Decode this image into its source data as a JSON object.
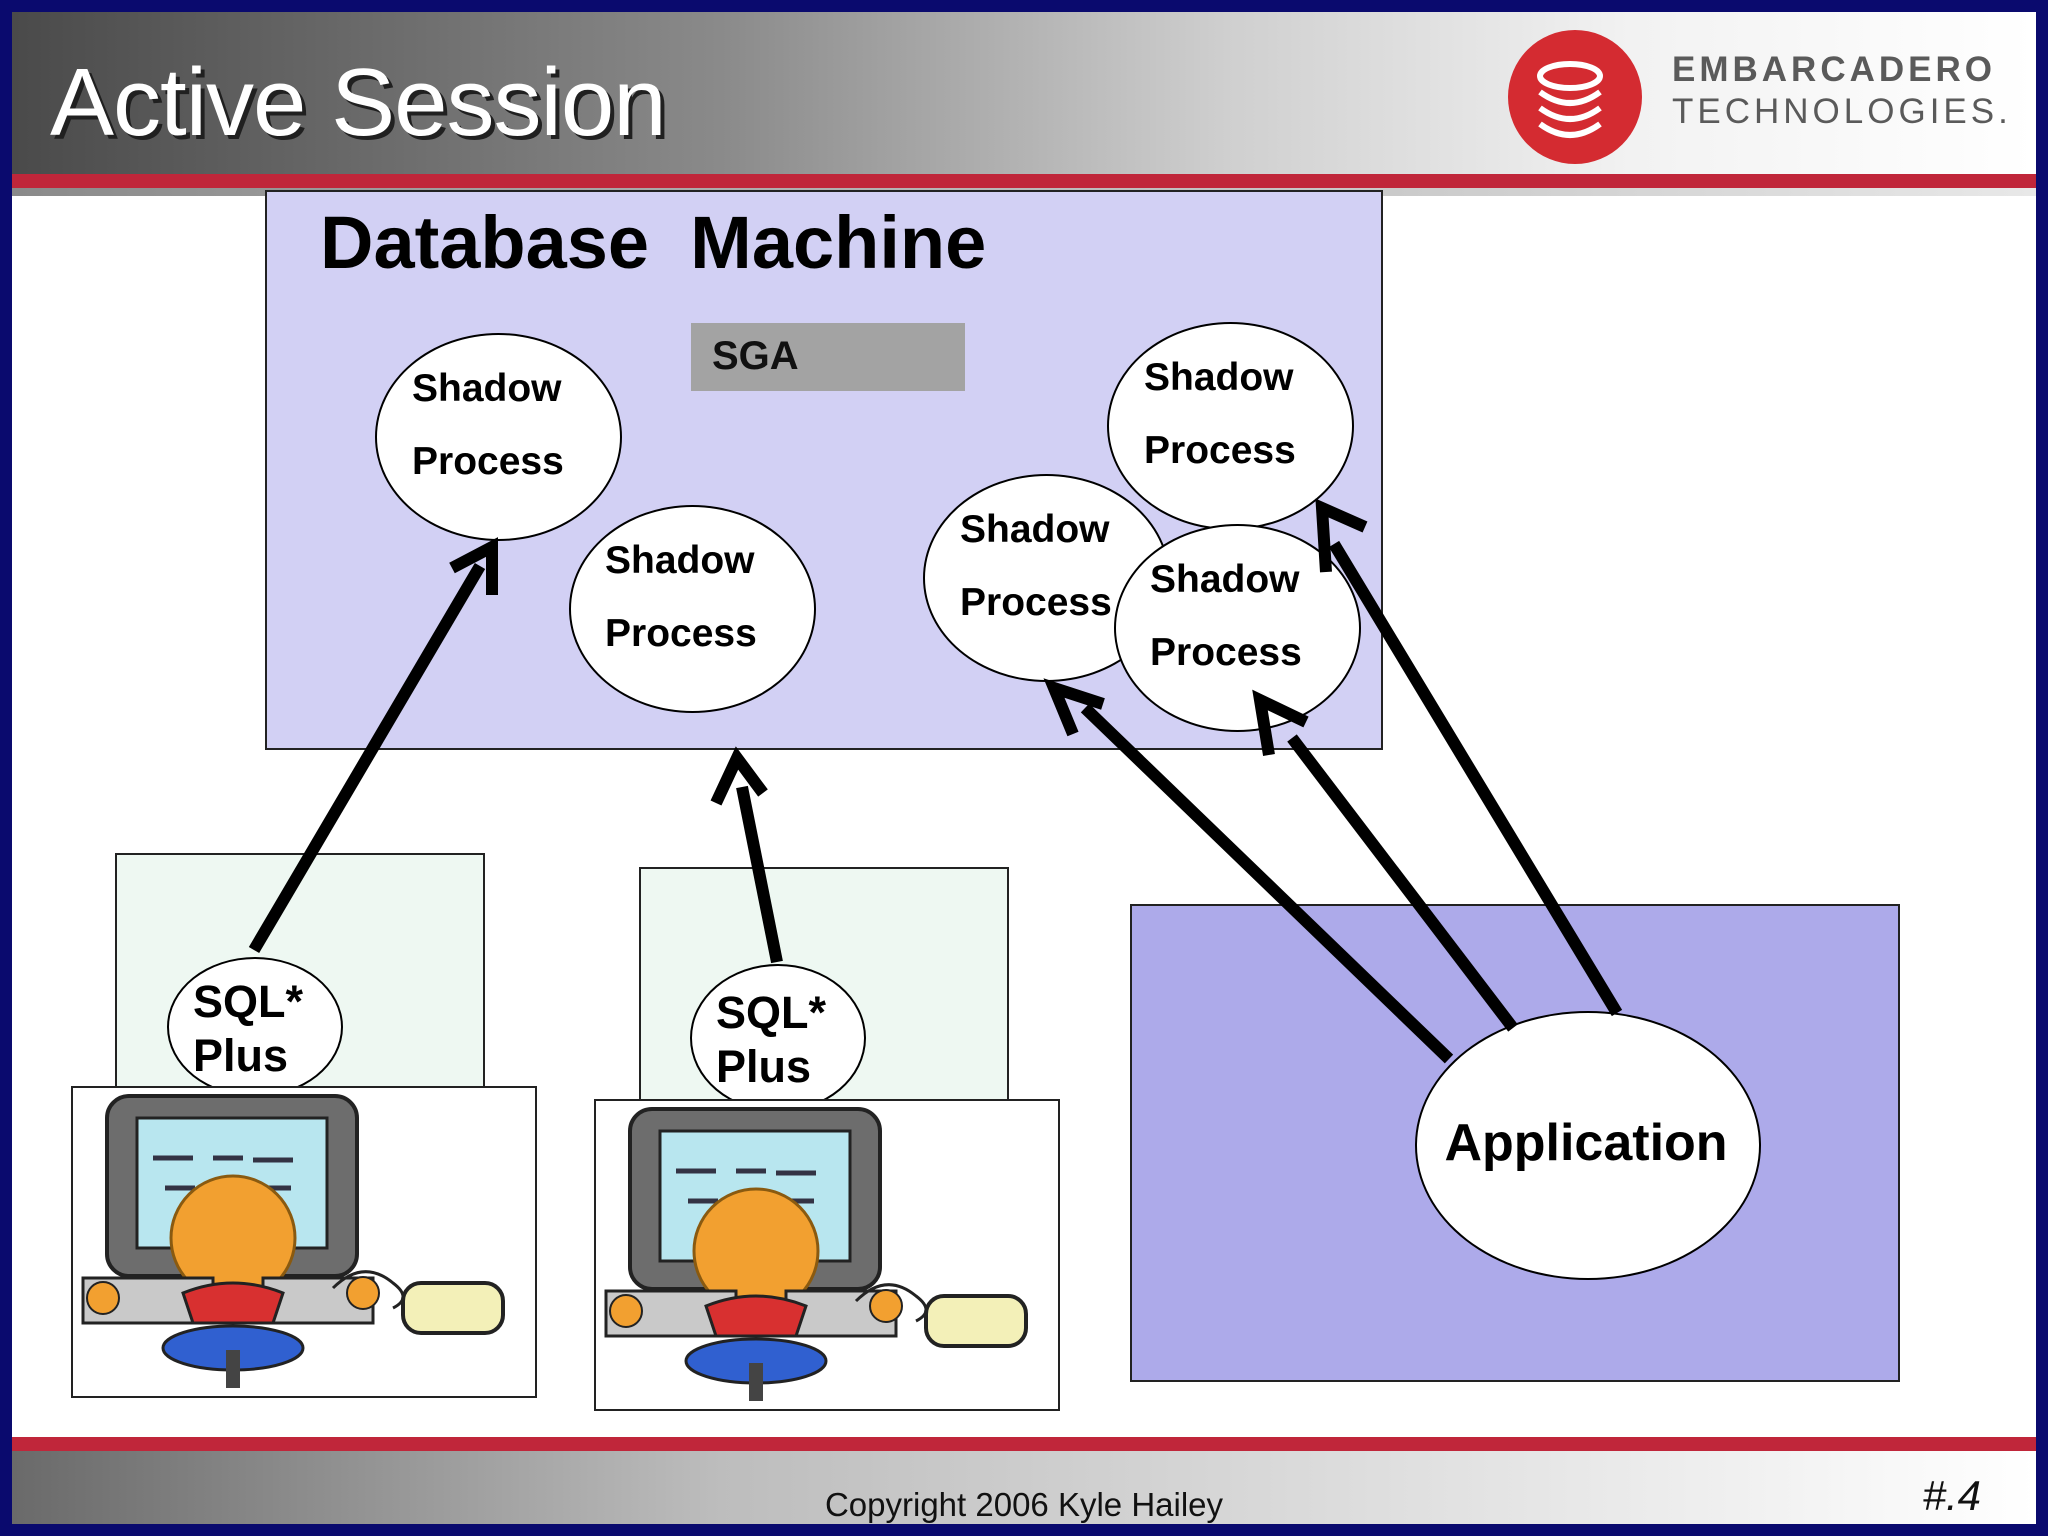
{
  "header": {
    "title": "Active Session",
    "logo_line1": "EMBARCADERO",
    "logo_line2": "TECHNOLOGIES."
  },
  "diagram": {
    "db_title": "Database  Machine",
    "sga_label": "SGA",
    "shadow_process_lines": [
      "Shadow",
      "Process"
    ],
    "sqlplus_lines": [
      "SQL*",
      "Plus"
    ],
    "application_label": "Application"
  },
  "footer": {
    "copyright": "Copyright 2006 Kyle Hailey",
    "page_number": "#.4"
  },
  "colors": {
    "border": "#0a0a6e",
    "accent_red": "#c0263a",
    "db_box": "#d2d0f4",
    "client_box": "#eef8f2",
    "app_box": "#adaaea",
    "sga": "#a3a3a3"
  }
}
